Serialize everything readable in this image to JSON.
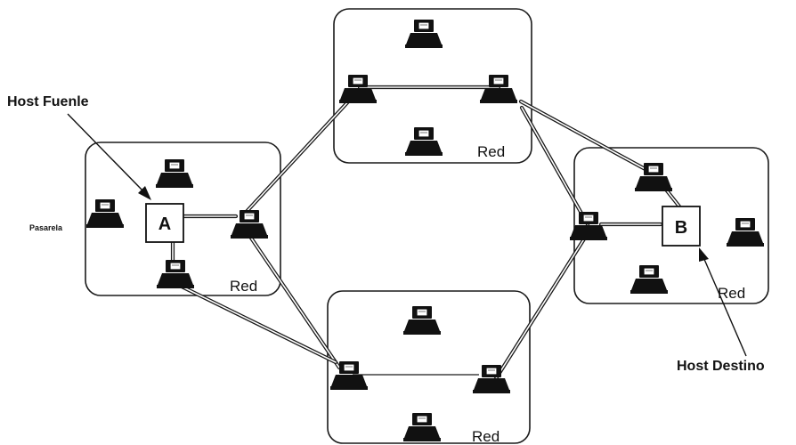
{
  "labels": {
    "host_source": "Host Fuenle",
    "host_destination": "Host Destino",
    "gateway": "Pasarela",
    "host_a": "A",
    "host_b": "B",
    "network_left": "Red",
    "network_top": "Red",
    "network_right": "Red",
    "network_bottom": "Red"
  }
}
